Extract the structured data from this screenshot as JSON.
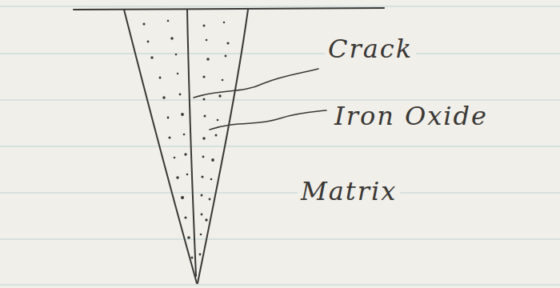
{
  "diagram": {
    "labels": [
      "Crack",
      "Iron Oxide",
      "Matrix"
    ]
  }
}
